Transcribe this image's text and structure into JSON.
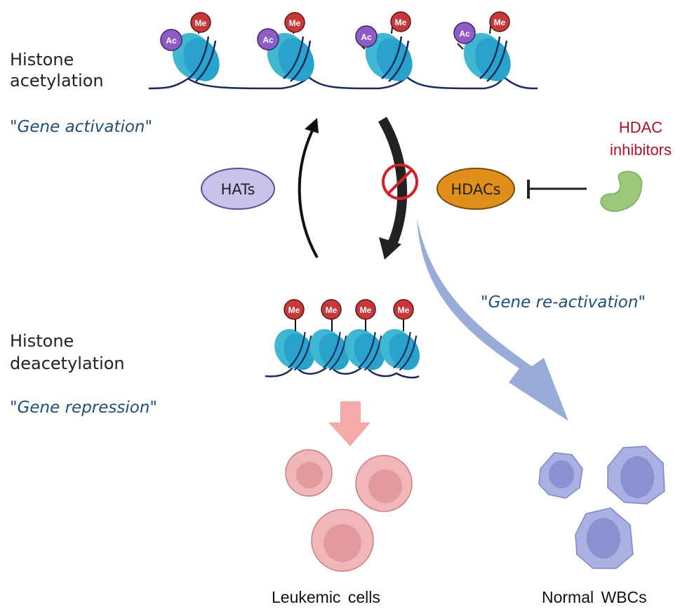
{
  "labels": {
    "acetylation_line1": "Histone",
    "acetylation_line2": "acetylation",
    "gene_activation": "\"Gene activation\"",
    "deacetylation_line1": "Histone",
    "deacetylation_line2": "deacetylation",
    "gene_repression": "\"Gene repression\"",
    "gene_reactivation": "\"Gene re-activation\"",
    "hdac_inhibitors_line1": "HDAC",
    "hdac_inhibitors_line2": "inhibitors",
    "leukemic_cells": "Leukemic cells",
    "normal_wbcs": "Normal WBCs"
  },
  "enzymes": {
    "hats": "HATs",
    "hdacs": "HDACs"
  },
  "marks": {
    "acetyl": "Ac",
    "methyl": "Me"
  },
  "colors": {
    "histone": "#3fb7d3",
    "histone_dark": "#1e8fb8",
    "acetyl": "#8e5cc4",
    "methyl": "#c8373a",
    "hats": "#c7c3ea",
    "hdacs": "#e0901a",
    "inhibitor": "#9bc878",
    "reactivation_arrow": "#93a6d6",
    "repression_arrow": "#f6a9a9",
    "leukemic": "#f1b7b8",
    "wbc": "#a9b0e2",
    "block_symbol": "#d42027"
  }
}
